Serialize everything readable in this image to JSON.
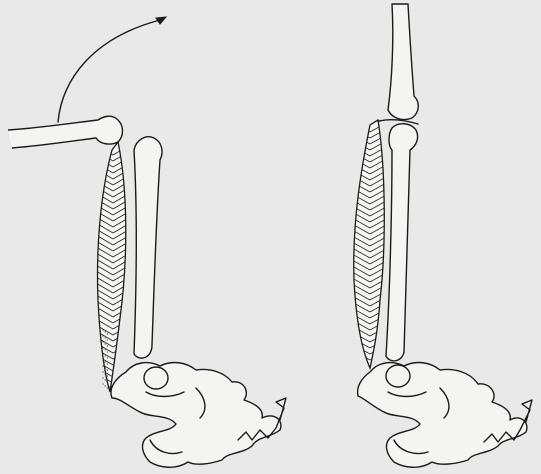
{
  "figure": {
    "panels": [
      {
        "id": "left",
        "state": "knee-flexed-lifted",
        "arrow": "curved-arrow-icon"
      },
      {
        "id": "right",
        "state": "leg-straight",
        "arrow": null
      }
    ],
    "colors": {
      "background": "#e9e9e9",
      "ink": "#1b1b1b",
      "bone": "#f4f4f2"
    }
  }
}
